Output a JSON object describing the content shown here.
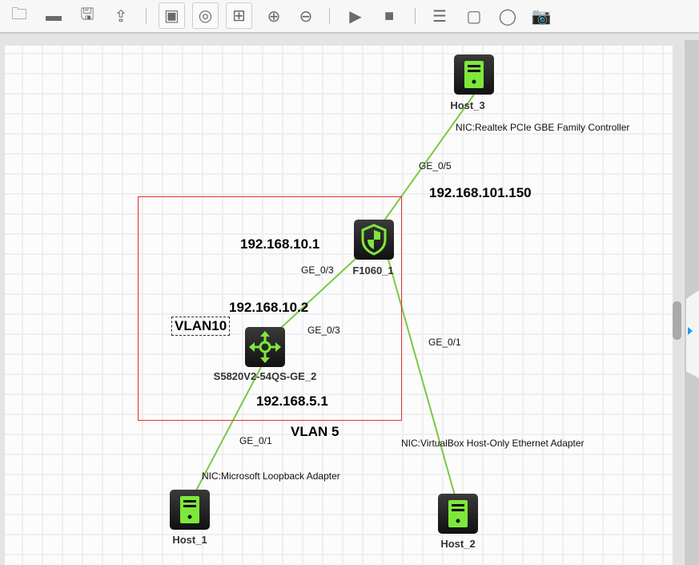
{
  "toolbar": {
    "buttons": [
      "new-topology",
      "open",
      "save",
      "export",
      "show-device-labels",
      "show-interface-labels",
      "grid",
      "zoom-in",
      "zoom-out",
      "start",
      "stop",
      "add-text",
      "add-rectangle",
      "add-ellipse",
      "screenshot"
    ]
  },
  "devices": {
    "host3": {
      "name": "Host_3",
      "nic": "NIC:Realtek PCIe GBE Family Controller"
    },
    "fw": {
      "name": "F1060_1"
    },
    "sw": {
      "name": "S5820V2-54QS-GE_2"
    },
    "host1": {
      "name": "Host_1",
      "nic": "NIC:Microsoft Loopback Adapter"
    },
    "host2": {
      "name": "Host_2",
      "nic": "NIC:VirtualBox Host-Only Ethernet Adapter"
    }
  },
  "ports": {
    "fw_h3": "GE_0/5",
    "fw_sw": "GE_0/3",
    "sw_fw": "GE_0/3",
    "fw_h2": "GE_0/1",
    "sw_h1": "GE_0/1"
  },
  "annotations": {
    "ip_h3": "192.168.101.150",
    "ip_fw_sw": "192.168.10.1",
    "ip_sw_fw": "192.168.10.2",
    "ip_sw_vlan5": "192.168.5.1",
    "vlan10": "VLAN10",
    "vlan5": "VLAN 5"
  },
  "colors": {
    "link": "#7ac943",
    "icon": "#7ee83a",
    "area": "#e53030"
  }
}
